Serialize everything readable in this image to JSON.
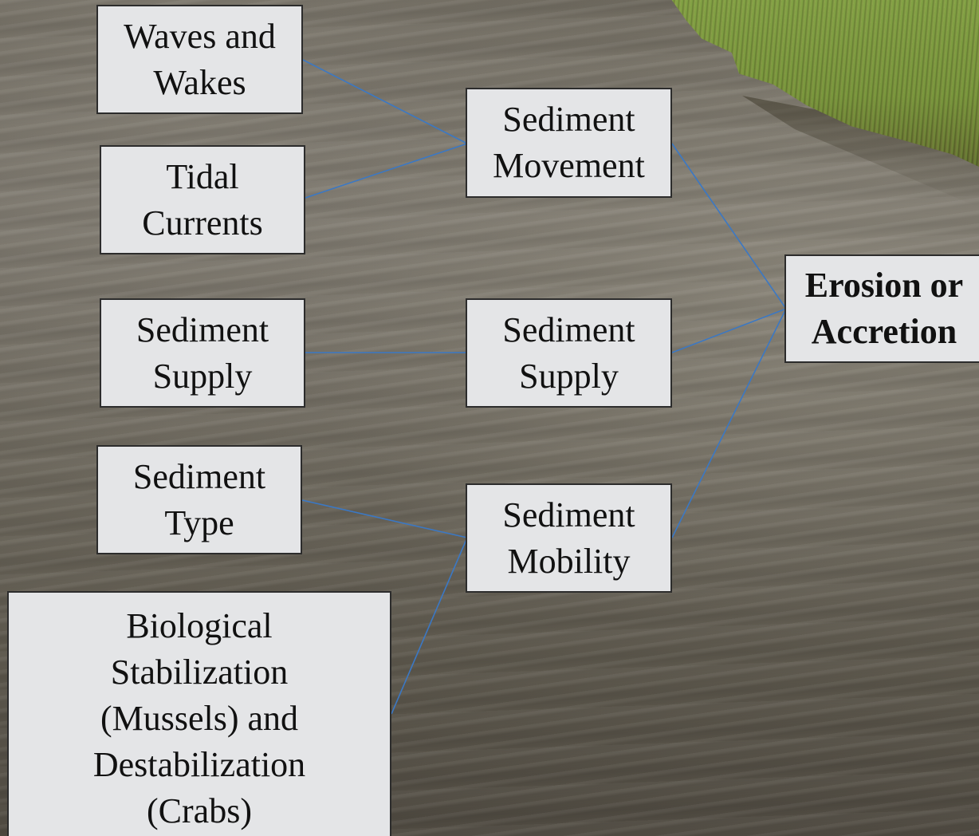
{
  "diagram": {
    "nodes": {
      "waves_wakes": {
        "label": "Waves and\nWakes"
      },
      "tidal_currents": {
        "label": "Tidal\nCurrents"
      },
      "sediment_supply_left": {
        "label": "Sediment\nSupply"
      },
      "sediment_type": {
        "label": "Sediment\nType"
      },
      "biological": {
        "label": "Biological\nStabilization\n(Mussels) and\nDestabilization\n(Crabs)"
      },
      "sediment_movement": {
        "label": "Sediment\nMovement"
      },
      "sediment_supply_mid": {
        "label": "Sediment\nSupply"
      },
      "sediment_mobility": {
        "label": "Sediment\nMobility"
      },
      "erosion_accretion": {
        "label": "Erosion or\nAccretion"
      }
    },
    "edges": [
      {
        "from": "waves_wakes",
        "to": "sediment_movement"
      },
      {
        "from": "tidal_currents",
        "to": "sediment_movement"
      },
      {
        "from": "sediment_supply_left",
        "to": "sediment_supply_mid"
      },
      {
        "from": "sediment_type",
        "to": "sediment_mobility"
      },
      {
        "from": "biological",
        "to": "sediment_mobility"
      },
      {
        "from": "sediment_movement",
        "to": "erosion_accretion"
      },
      {
        "from": "sediment_supply_mid",
        "to": "erosion_accretion"
      },
      {
        "from": "sediment_mobility",
        "to": "erosion_accretion"
      }
    ],
    "connector_color": "#3b78c4",
    "box_fill": "#e4e5e7",
    "box_border": "#2c2c2c"
  }
}
